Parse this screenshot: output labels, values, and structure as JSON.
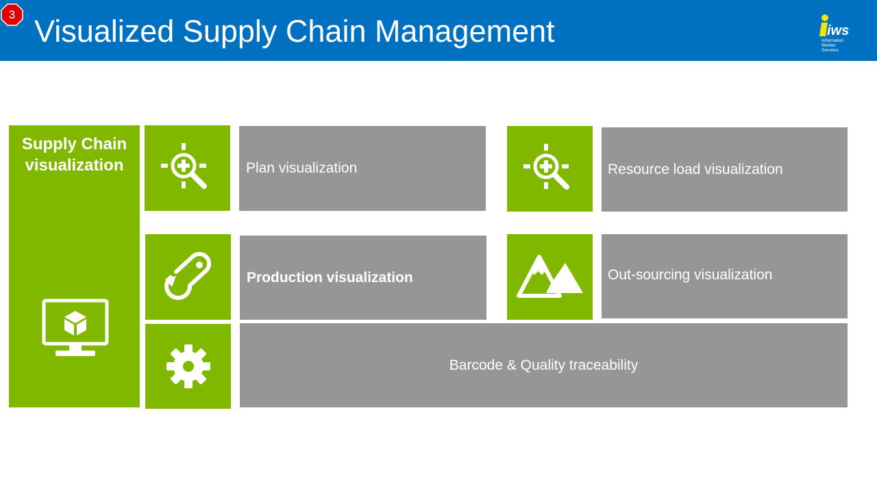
{
  "slide": {
    "number": "3",
    "title": "Visualized Supply Chain Management"
  },
  "logo": {
    "mark": "iws",
    "lines": [
      "Information",
      "Worker",
      "Services"
    ]
  },
  "colors": {
    "header": "#0070c0",
    "green": "#80b800",
    "grey": "#969696",
    "badge": "#e00000"
  },
  "panel": {
    "title": "Supply Chain visualization",
    "icon": "monitor-cube-icon"
  },
  "items": [
    {
      "label": "Plan visualization",
      "icon": "zoom-target-icon",
      "bold": false
    },
    {
      "label": "Production visualization",
      "icon": "cycle-link-icon",
      "bold": true
    },
    {
      "label": "Barcode & Quality traceability",
      "icon": "gear-icon",
      "bold": false
    },
    {
      "label": "Resource load visualization",
      "icon": "zoom-target-icon",
      "bold": false
    },
    {
      "label": "Out-sourcing visualization",
      "icon": "mountains-icon",
      "bold": false
    }
  ]
}
